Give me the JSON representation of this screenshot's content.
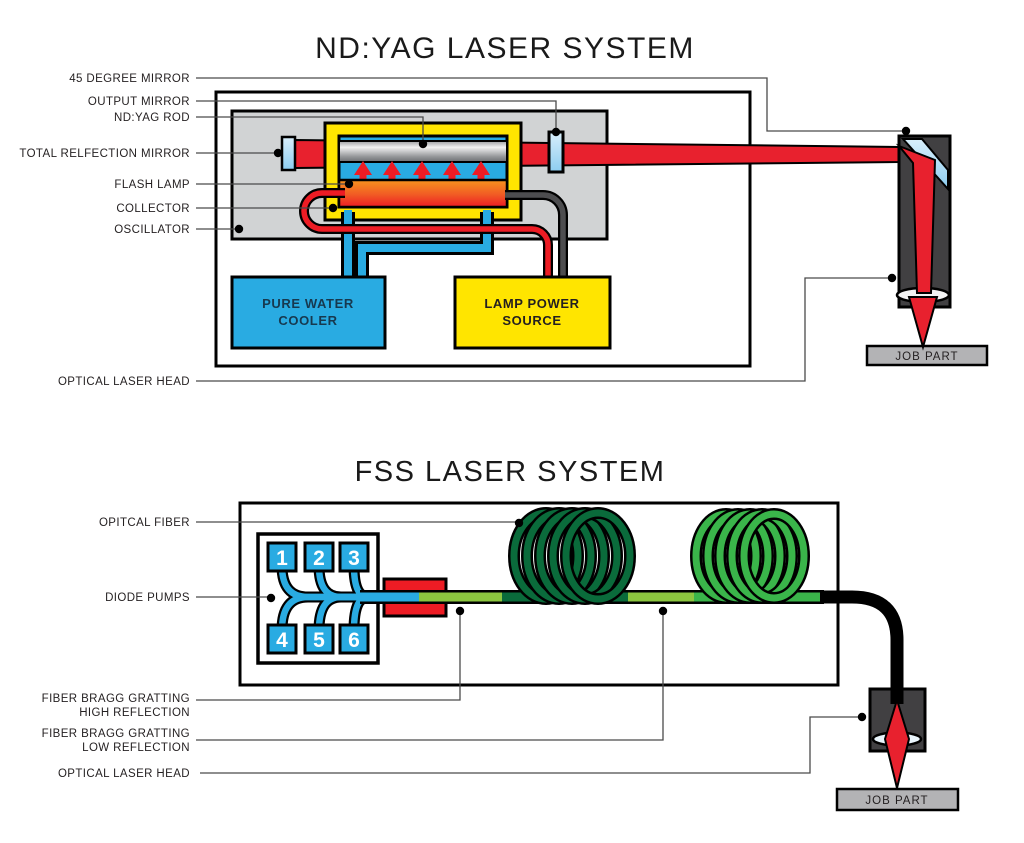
{
  "colors": {
    "blue": "#29ABE2",
    "yellow": "#FFE500",
    "red": "#ED1C24",
    "beam_red": "#E8212E",
    "gray_panel": "#D1D3D4",
    "dark_box": "#414042",
    "job_gray": "#B3B3B5",
    "mirror_blue": "#A9DCF7",
    "dark_green": "#0A6B3B",
    "green": "#3AB54A",
    "light_green": "#8CC63F",
    "wire_dark": "#4D4D4F"
  },
  "nd_yag": {
    "title": "ND:YAG LASER SYSTEM",
    "labels": {
      "deg45_mirror": "45 DEGREE MIRROR",
      "output_mirror": "OUTPUT MIRROR",
      "rod": "ND:YAG ROD",
      "total_reflection_mirror": "TOTAL RELFECTION MIRROR",
      "flash_lamp": "FLASH LAMP",
      "collector": "COLLECTOR",
      "oscillator": "OSCILLATOR",
      "optical_laser_head": "OPTICAL LASER HEAD"
    },
    "cooler_line1": "PURE WATER",
    "cooler_line2": "COOLER",
    "power_line1": "LAMP POWER",
    "power_line2": "SOURCE",
    "job_part": "JOB PART"
  },
  "fss": {
    "title": "FSS LASER SYSTEM",
    "labels": {
      "optical_fiber": "OPITCAL FIBER",
      "diode_pumps": "DIODE PUMPS",
      "fbg_high_line1": "FIBER BRAGG GRATTING",
      "fbg_high_line2": "HIGH REFLECTION",
      "fbg_low_line1": "FIBER BRAGG GRATTING",
      "fbg_low_line2": "LOW REFLECTION",
      "optical_laser_head": "OPTICAL LASER HEAD"
    },
    "diodes": [
      "1",
      "2",
      "3",
      "4",
      "5",
      "6"
    ],
    "job_part": "JOB PART"
  }
}
